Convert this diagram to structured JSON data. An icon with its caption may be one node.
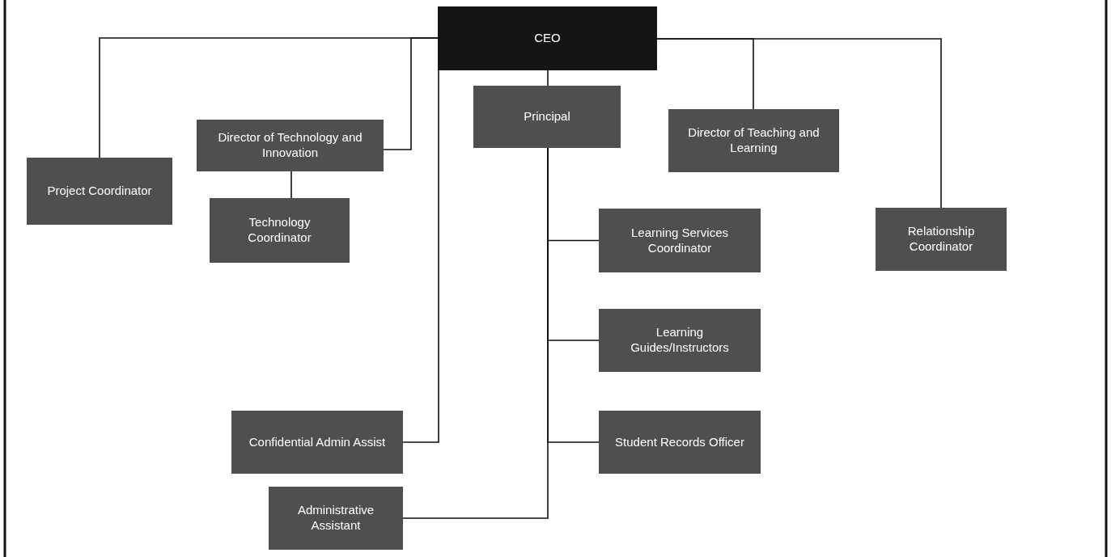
{
  "diagram": {
    "nodes": [
      {
        "text": [
          "CEO"
        ]
      },
      {
        "text": [
          "Project Coordinator"
        ]
      },
      {
        "text": [
          "Director of Technology and Innovation"
        ]
      },
      {
        "text": [
          "Technology Coordinator"
        ]
      },
      {
        "text": [
          "Principal"
        ]
      },
      {
        "text": [
          "Director of Teaching and Learning"
        ]
      },
      {
        "text": [
          "Learning Services Coordinator"
        ]
      },
      {
        "text": [
          "Relationship Coordinator"
        ]
      },
      {
        "text": [
          "Learning Guides/Instructors"
        ]
      },
      {
        "text": [
          "Confidential Admin Assist"
        ]
      },
      {
        "text": [
          "Student Records Officer"
        ]
      },
      {
        "text": [
          "Administrative Assistant"
        ]
      }
    ],
    "edges": [
      {
        "from": 0,
        "to": 1,
        "arrow": "none"
      },
      {
        "from": 0,
        "to": 2,
        "arrow": "none"
      },
      {
        "from": 0,
        "to": 4,
        "arrow": "none"
      },
      {
        "from": 0,
        "to": 5,
        "arrow": "none"
      },
      {
        "from": 0,
        "to": 7,
        "arrow": "none"
      },
      {
        "from": 0,
        "to": 9,
        "arrow": "none"
      },
      {
        "from": 2,
        "to": 3,
        "arrow": "none"
      },
      {
        "from": 4,
        "to": 6,
        "arrow": "none"
      },
      {
        "from": 4,
        "to": 8,
        "arrow": "none"
      },
      {
        "from": 4,
        "to": 10,
        "arrow": "none"
      },
      {
        "from": 4,
        "to": 11,
        "arrow": "none"
      }
    ]
  }
}
